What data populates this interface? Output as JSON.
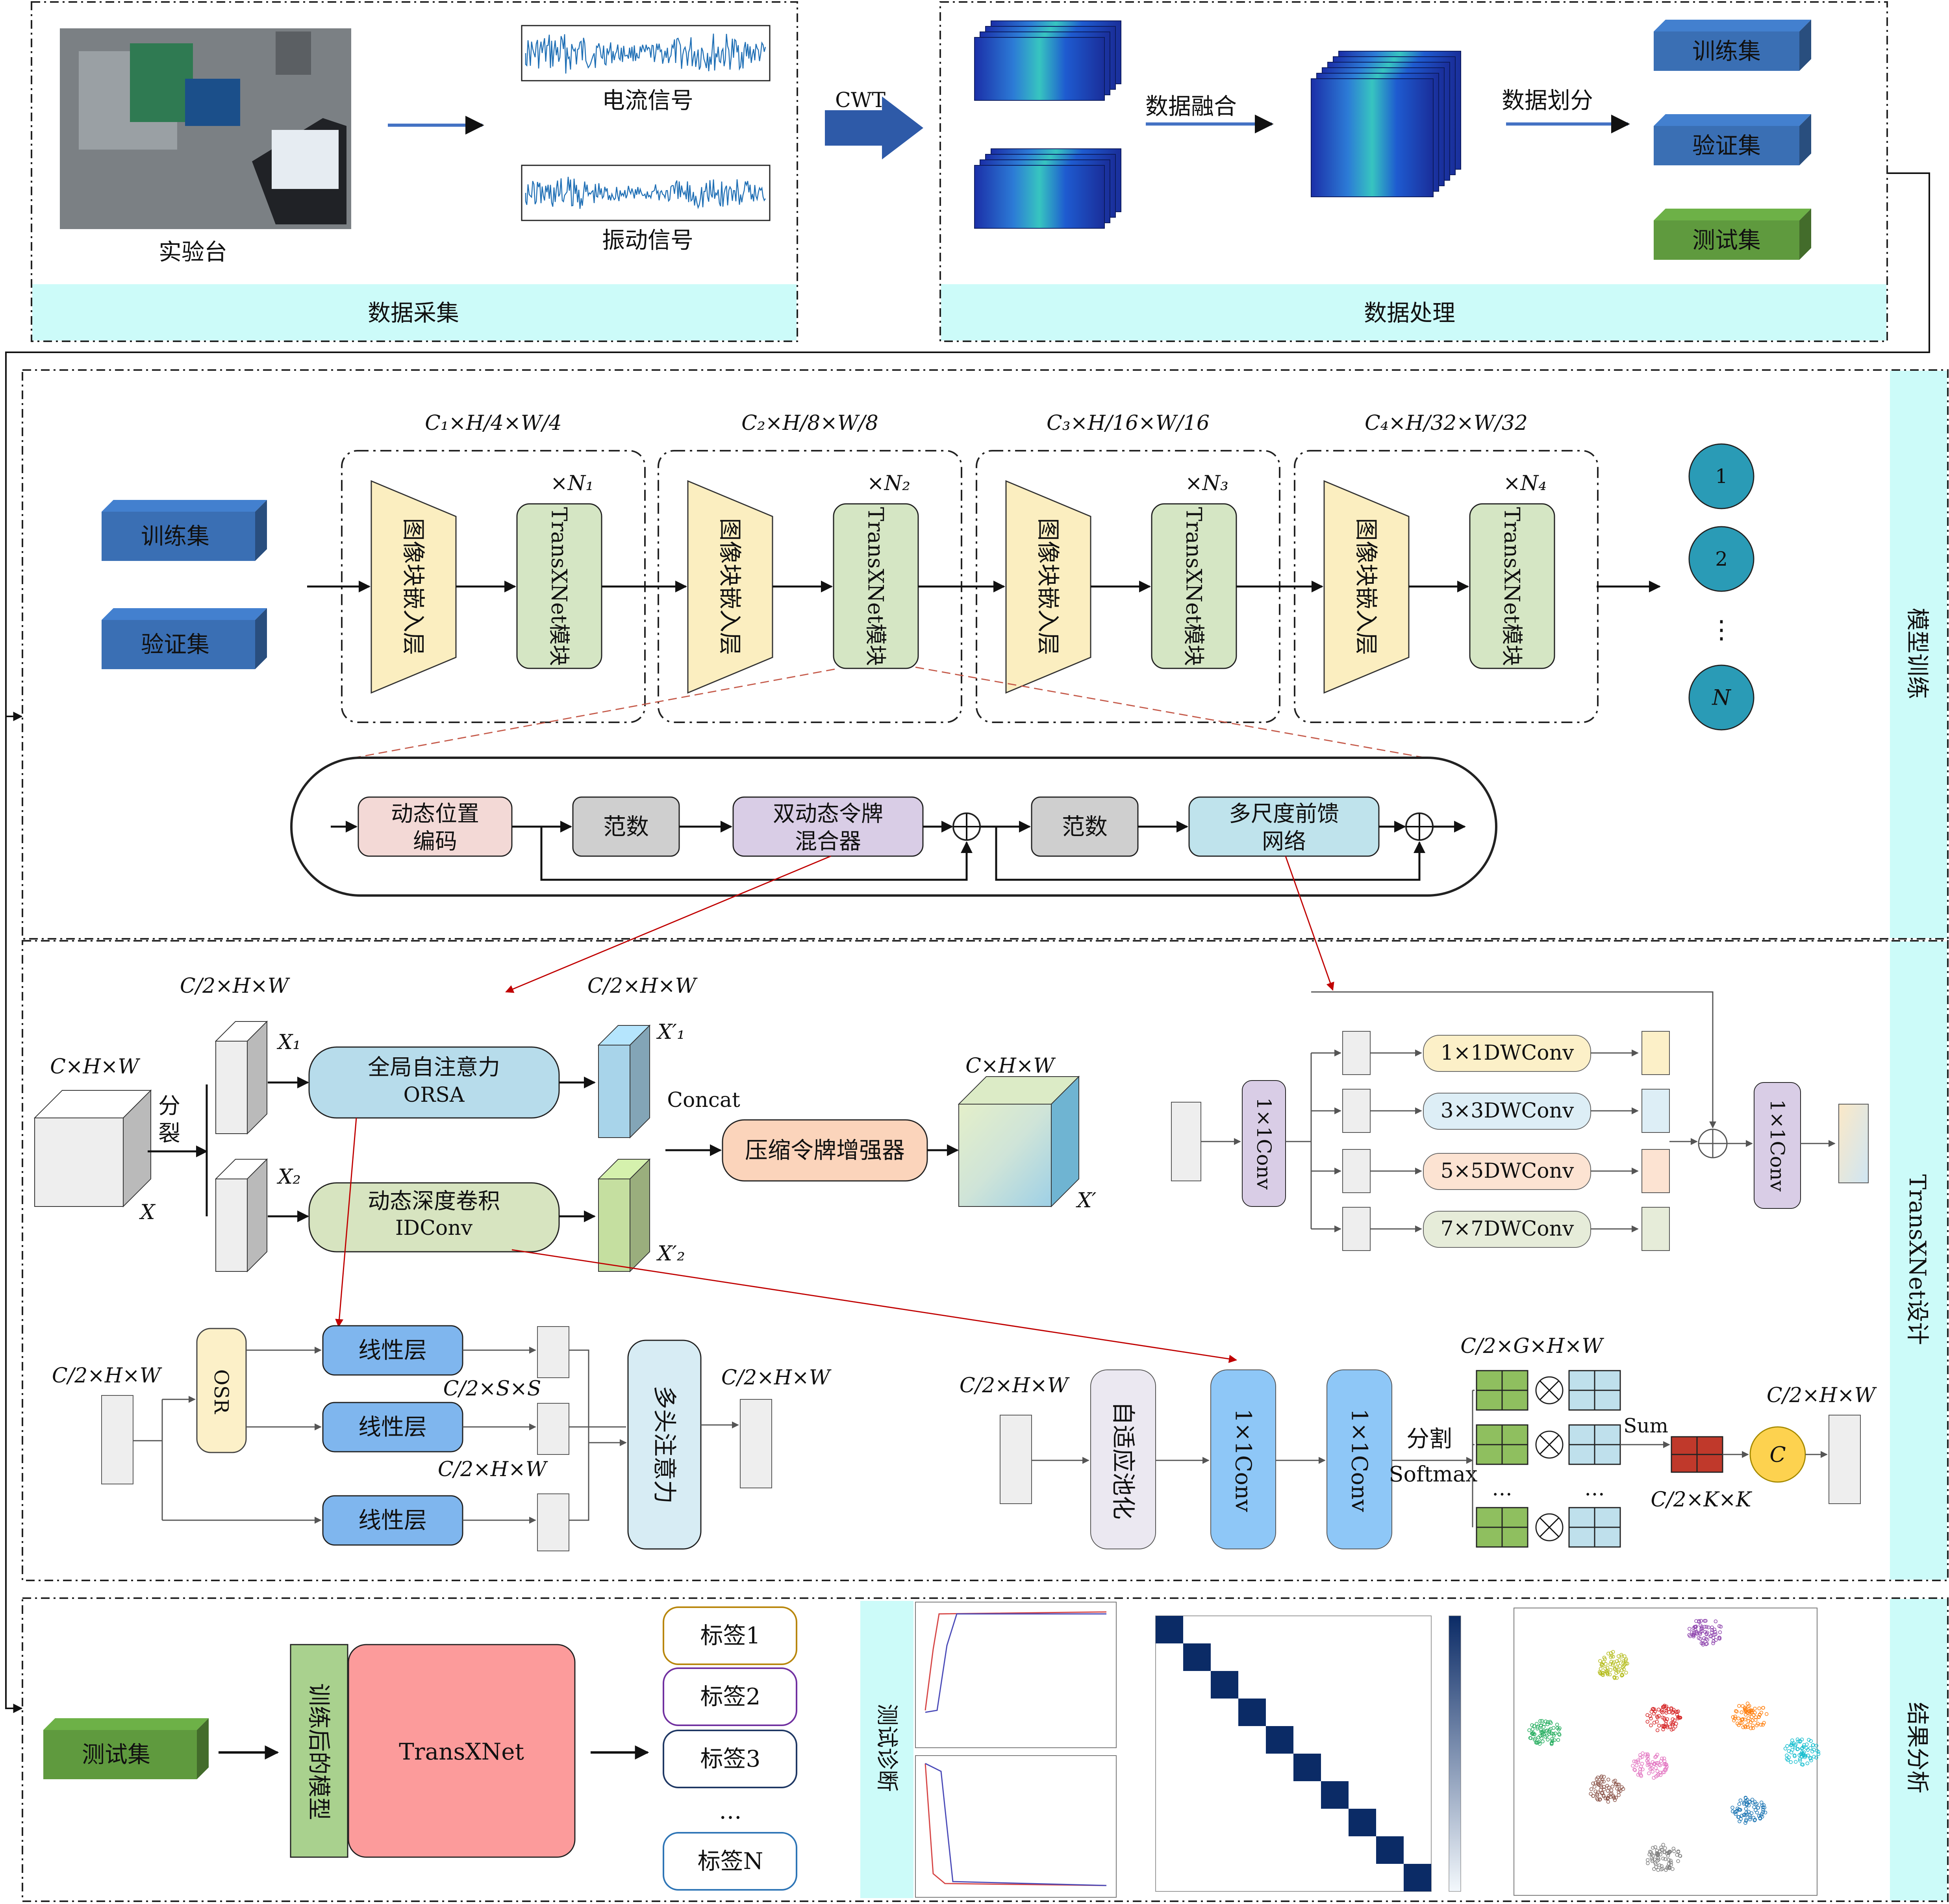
{
  "sections": {
    "acquisition": "数据采集",
    "processing": "数据处理",
    "training": "模型训练",
    "design": "TransXNet设计",
    "results": "结果分析"
  },
  "acquisition": {
    "testbench": "实验台",
    "current_signal": "电流信号",
    "vibration_signal": "振动信号",
    "cwt": "CWT"
  },
  "processing": {
    "fusion": "数据融合",
    "split": "数据划分",
    "train": "训练集",
    "val": "验证集",
    "test": "测试集"
  },
  "training": {
    "train": "训练集",
    "val": "验证集",
    "stages": [
      {
        "dim": "C₁×H/4×W/4",
        "repeat": "×N₁"
      },
      {
        "dim": "C₂×H/8×W/8",
        "repeat": "×N₂"
      },
      {
        "dim": "C₃×H/16×W/16",
        "repeat": "×N₃"
      },
      {
        "dim": "C₄×H/32×W/32",
        "repeat": "×N₄"
      }
    ],
    "embed": "图像块嵌入层",
    "module": "TransXNet模块",
    "outputs": [
      "1",
      "2",
      "⋮",
      "N"
    ],
    "block": {
      "dpe_l1": "动态位置",
      "dpe_l2": "编码",
      "norm": "范数",
      "mixer_l1": "双动态令牌",
      "mixer_l2": "混合器",
      "ffn_l1": "多尺度前馈",
      "ffn_l2": "网络"
    }
  },
  "design": {
    "x_dim": "C×H×W",
    "x": "X",
    "split": [
      "分",
      "裂"
    ],
    "half_dim": "C/2×H×W",
    "x1": "X₁",
    "x2": "X₂",
    "x1p": "X′₁",
    "x2p": "X′₂",
    "gsa_l1": "全局自注意力",
    "gsa_l2": "ORSA",
    "idc_l1": "动态深度卷积",
    "idc_l2": "IDConv",
    "concat": "Concat",
    "enhancer": "压缩令牌增强器",
    "xout_dim": "C×H×W",
    "xout": "X′",
    "ffn_conv": "1×1Conv",
    "dwconvs": [
      "1×1DWConv",
      "3×3DWConv",
      "5×5DWConv",
      "7×7DWConv"
    ],
    "osr": "OSR",
    "linear": "线性层",
    "css": "C/2×S×S",
    "mha": "多头注意力",
    "pool": "自适应池化",
    "conv": "1×1Conv",
    "split_label": "分割",
    "softmax": "Softmax",
    "cghw": "C/2×G×H×W",
    "sum": "Sum",
    "ckk": "C/2×K×K",
    "c": "C",
    "dots": "…"
  },
  "results": {
    "test": "测试集",
    "trained_model": "训练后的模型",
    "transxnet": "TransXNet",
    "labels": [
      "标签1",
      "标签2",
      "标签3",
      "…",
      "标签N"
    ],
    "diagnosis": "测试诊断"
  },
  "colors": {
    "cyan_bar": "#ccfbf9",
    "blue_box": "#3a6fb4",
    "green_box": "#5f9a3e",
    "embed": "#fbeec0",
    "module": "#d5e6c4",
    "circle": "#2a9bb6",
    "dpe": "#f3d9d6",
    "norm": "#cfcfcf",
    "mixer": "#d9cde6",
    "ffn": "#bfe3ec",
    "gsa": "#b7dceb",
    "idc": "#d7e4c0",
    "enhancer": "#fbd4bb",
    "linear": "#7fb6ee",
    "mha": "#d7ecf4",
    "conv": "#8ec7f7",
    "c_circle": "#fdd24f",
    "transxnet_box": "#fc9b9b",
    "trained_box": "#a9d18e",
    "red_grid": "#c0392b"
  }
}
